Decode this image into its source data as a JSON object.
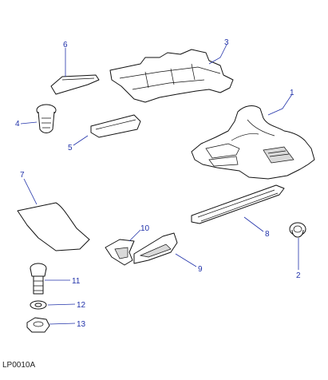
{
  "diagram": {
    "reference_code": "LP0010A",
    "callouts": [
      {
        "id": "c1",
        "label": "1"
      },
      {
        "id": "c2",
        "label": "2"
      },
      {
        "id": "c3",
        "label": "3"
      },
      {
        "id": "c4",
        "label": "4"
      },
      {
        "id": "c5",
        "label": "5"
      },
      {
        "id": "c6",
        "label": "6"
      },
      {
        "id": "c7",
        "label": "7"
      },
      {
        "id": "c8",
        "label": "8"
      },
      {
        "id": "c9",
        "label": "9"
      },
      {
        "id": "c10",
        "label": "10"
      },
      {
        "id": "c11",
        "label": "11"
      },
      {
        "id": "c12",
        "label": "12"
      },
      {
        "id": "c13",
        "label": "13"
      }
    ],
    "colors": {
      "callout_text": "#2233aa",
      "leader_line": "#2233aa",
      "part_outline": "#111111",
      "background": "#ffffff"
    }
  }
}
